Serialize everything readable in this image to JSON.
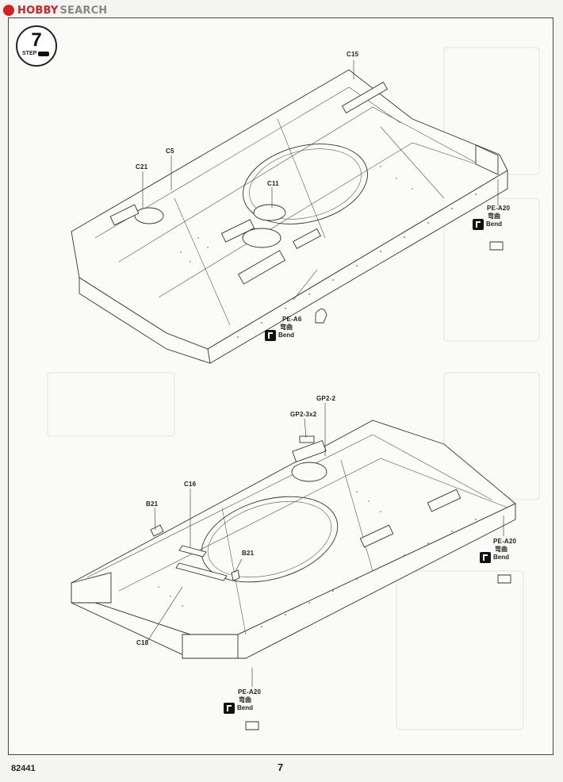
{
  "watermark": {
    "brand": "HOBBY",
    "suffix": "SEARCH"
  },
  "step": {
    "number": "7",
    "label": "STEP"
  },
  "top_assembly": {
    "callouts": {
      "c15": "C15",
      "c5": "C5",
      "c21": "C21",
      "c11": "C11",
      "pe_a20": "PE-A20",
      "pe_a6": "PE-A6"
    },
    "bend_right": {
      "cn": "弯曲",
      "en": "Bend"
    },
    "bend_left": {
      "cn": "弯曲",
      "en": "Bend"
    }
  },
  "bottom_assembly": {
    "callouts": {
      "gp2_2": "GP2-2",
      "gp2_3x2": "GP2-3x2",
      "c16": "C16",
      "b21_left": "B21",
      "b21_center": "B21",
      "c18": "C18",
      "pe_a20_right": "PE-A20",
      "pe_a20_bottom": "PE-A20"
    },
    "bend_right": {
      "cn": "弯曲",
      "en": "Bend"
    },
    "bend_bottom": {
      "cn": "弯曲",
      "en": "Bend"
    }
  },
  "footer": {
    "kit_number": "82441",
    "page_number": "7"
  }
}
